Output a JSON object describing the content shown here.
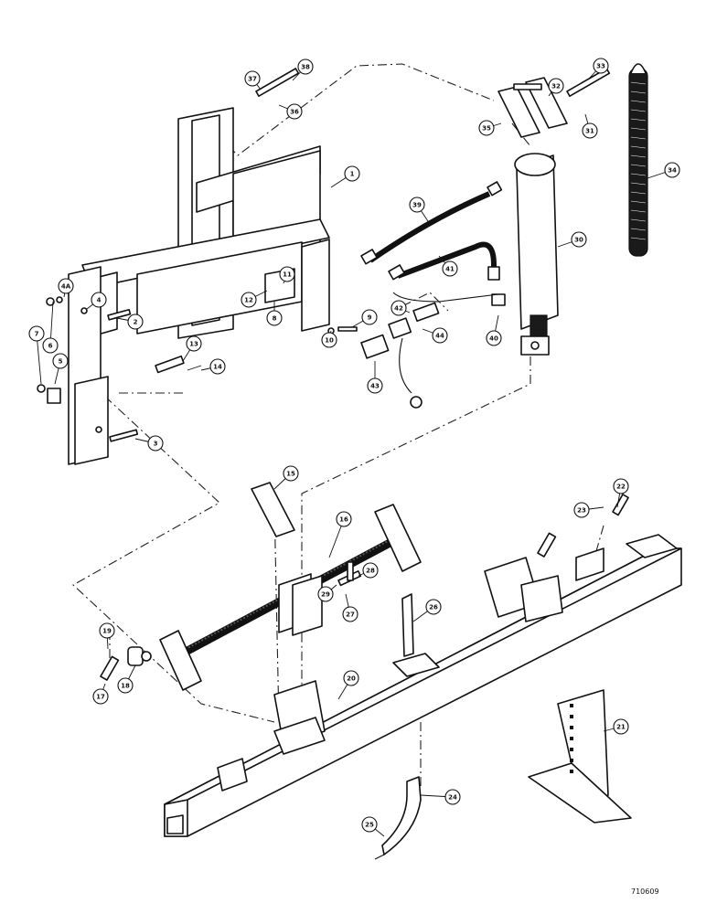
{
  "callouts": [
    "1",
    "2",
    "3",
    "4",
    "4A",
    "5",
    "6",
    "7",
    "8",
    "9",
    "10",
    "11",
    "12",
    "13",
    "14",
    "15",
    "16",
    "17",
    "18",
    "19",
    "20",
    "21",
    "22",
    "23",
    "24",
    "25",
    "26",
    "27",
    "28",
    "29",
    "30",
    "31",
    "32",
    "33",
    "34",
    "35",
    "36",
    "37",
    "38",
    "39",
    "40",
    "41",
    "42",
    "43",
    "44"
  ],
  "figure_number": "710609"
}
